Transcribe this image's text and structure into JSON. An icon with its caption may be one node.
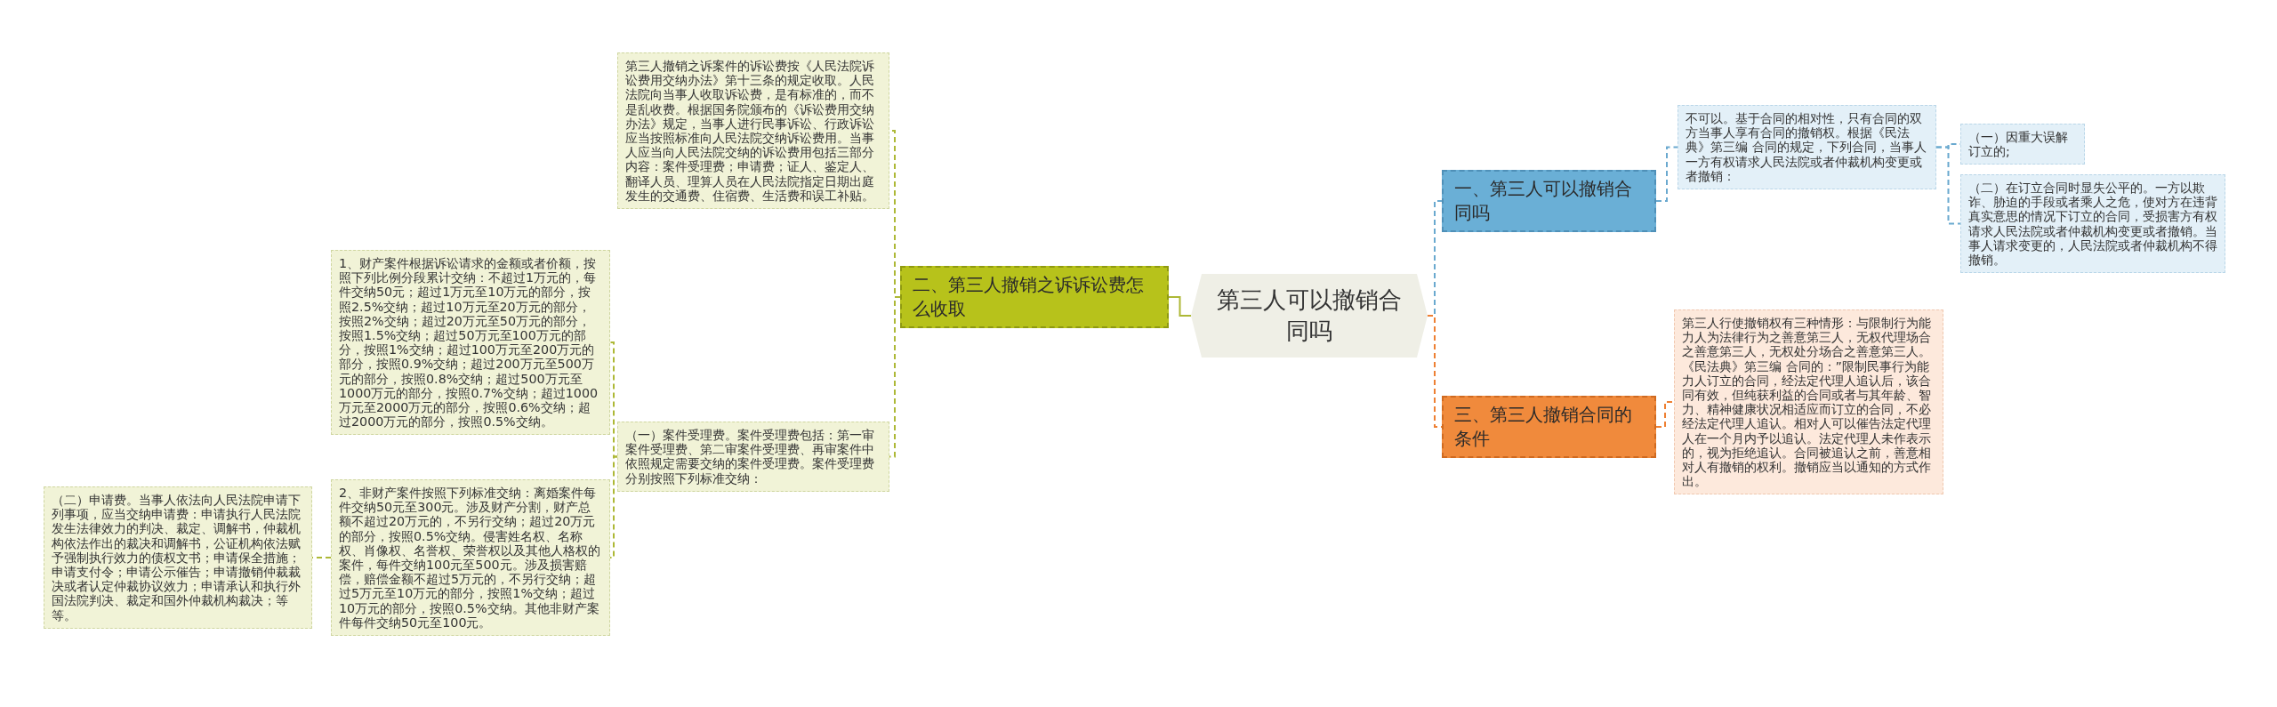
{
  "diagram": {
    "nodes": [
      {
        "text": [
          "第三人可以撤销合同吗"
        ]
      },
      {
        "text": [
          "一、第三人可以撤销合同吗"
        ]
      },
      {
        "text": [
          "不可以。基于合同的相对性，只有合同的双方当事人享有合同的撤销权。根据《民法典》第三编 合同的规定，下列合同，当事人一方有权请求人民法院或者仲裁机构变更或者撤销："
        ]
      },
      {
        "text": [
          "（一）因重大误解订立的;"
        ]
      },
      {
        "text": [
          "（二）在订立合同时显失公平的。一方以欺诈、胁迫的手段或者乘人之危，使对方在违背真实意思的情况下订立的合同，受损害方有权请求人民法院或者仲裁机构变更或者撤销。当事人请求变更的，人民法院或者仲裁机构不得撤销。"
        ]
      },
      {
        "text": [
          "三、第三人撤销合同的条件"
        ]
      },
      {
        "text": [
          "第三人行使撤销权有三种情形：与限制行为能力人为法律行为之善意第三人，无权代理场合之善意第三人，无权处分场合之善意第三人。《民法典》第三编 合同的：”限制民事行为能力人订立的合同，经法定代理人追认后，该合同有效，但纯获利益的合同或者与其年龄、智力、精神健康状况相适应而订立的合同，不必经法定代理人追认。相对人可以催告法定代理人在一个月内予以追认。法定代理人未作表示的，视为拒绝追认。合同被追认之前，善意相对人有撤销的权利。撤销应当以通知的方式作出。"
        ]
      },
      {
        "text": [
          "二、第三人撤销之诉诉讼费怎么收取"
        ]
      },
      {
        "text": [
          "第三人撤销之诉案件的诉讼费按《人民法院诉讼费用交纳办法》第十三条的规定收取。人民法院向当事人收取诉讼费，是有标准的，而不是乱收费。根据国务院颁布的《诉讼费用交纳办法》规定，当事人进行民事诉讼、行政诉讼应当按照标准向人民法院交纳诉讼费用。当事人应当向人民法院交纳的诉讼费用包括三部分内容：案件受理费；申请费；证人、鉴定人、翻译人员、理算人员在人民法院指定日期出庭发生的交通费、住宿费、生活费和误工补贴。"
        ]
      },
      {
        "text": [
          "（一）案件受理费。案件受理费包括：第一审案件受理费、第二审案件受理费、再审案件中依照规定需要交纳的案件受理费。案件受理费分别按照下列标准交纳："
        ]
      },
      {
        "text": [
          "1、财产案件根据诉讼请求的金额或者价额，按照下列比例分段累计交纳：不超过1万元的，每件交纳50元；超过1万元至10万元的部分，按照2.5%交纳；超过10万元至20万元的部分，按照2%交纳；超过20万元至50万元的部分，按照1.5%交纳；超过50万元至100万元的部分，按照1%交纳；超过100万元至200万元的部分，按照0.9%交纳；超过200万元至500万元的部分，按照0.8%交纳；超过500万元至1000万元的部分，按照0.7%交纳；超过1000万元至2000万元的部分，按照0.6%交纳；超过2000万元的部分，按照0.5%交纳。"
        ]
      },
      {
        "text": [
          "2、非财产案件按照下列标准交纳：离婚案件每件交纳50元至300元。涉及财产分割，财产总额不超过20万元的，不另行交纳；超过20万元的部分，按照0.5%交纳。侵害姓名权、名称权、肖像权、名誉权、荣誉权以及其他人格权的案件，每件交纳100元至500元。涉及损害赔偿，赔偿金额不超过5万元的，不另行交纳；超过5万元至10万元的部分，按照1%交纳；超过10万元的部分，按照0.5%交纳。其他非财产案件每件交纳50元至100元。"
        ]
      },
      {
        "text": [
          "（二）申请费。当事人依法向人民法院申请下列事项，应当交纳申请费：申请执行人民法院发生法律效力的判决、裁定、调解书，仲裁机构依法作出的裁决和调解书，公证机构依法赋予强制执行效力的债权文书；申请保全措施；申请支付令；申请公示催告；申请撤销仲裁裁决或者认定仲裁协议效力；申请承认和执行外国法院判决、裁定和国外仲裁机构裁决；等等。"
        ]
      }
    ],
    "edges": [
      {
        "from": 0,
        "to": 1,
        "arrow": "none",
        "style": "dashed",
        "color": "#6aa9cf"
      },
      {
        "from": 1,
        "to": 2,
        "arrow": "none",
        "style": "dashed",
        "color": "#6aa9cf"
      },
      {
        "from": 2,
        "to": 3,
        "arrow": "none",
        "style": "dashed",
        "color": "#6aa9cf"
      },
      {
        "from": 2,
        "to": 4,
        "arrow": "none",
        "style": "dashed",
        "color": "#6aa9cf"
      },
      {
        "from": 0,
        "to": 5,
        "arrow": "none",
        "style": "dashed",
        "color": "#ee8033"
      },
      {
        "from": 5,
        "to": 6,
        "arrow": "none",
        "style": "dashed",
        "color": "#ee8033"
      },
      {
        "from": 0,
        "to": 7,
        "arrow": "none"
      },
      {
        "from": 7,
        "to": 8,
        "arrow": "none",
        "style": "dashed"
      },
      {
        "from": 7,
        "to": 9,
        "arrow": "none",
        "style": "dashed"
      },
      {
        "from": 9,
        "to": 10,
        "arrow": "none",
        "style": "dashed"
      },
      {
        "from": 9,
        "to": 11,
        "arrow": "none",
        "style": "dashed"
      },
      {
        "from": 11,
        "to": 12,
        "arrow": "none",
        "style": "dashed"
      }
    ]
  }
}
